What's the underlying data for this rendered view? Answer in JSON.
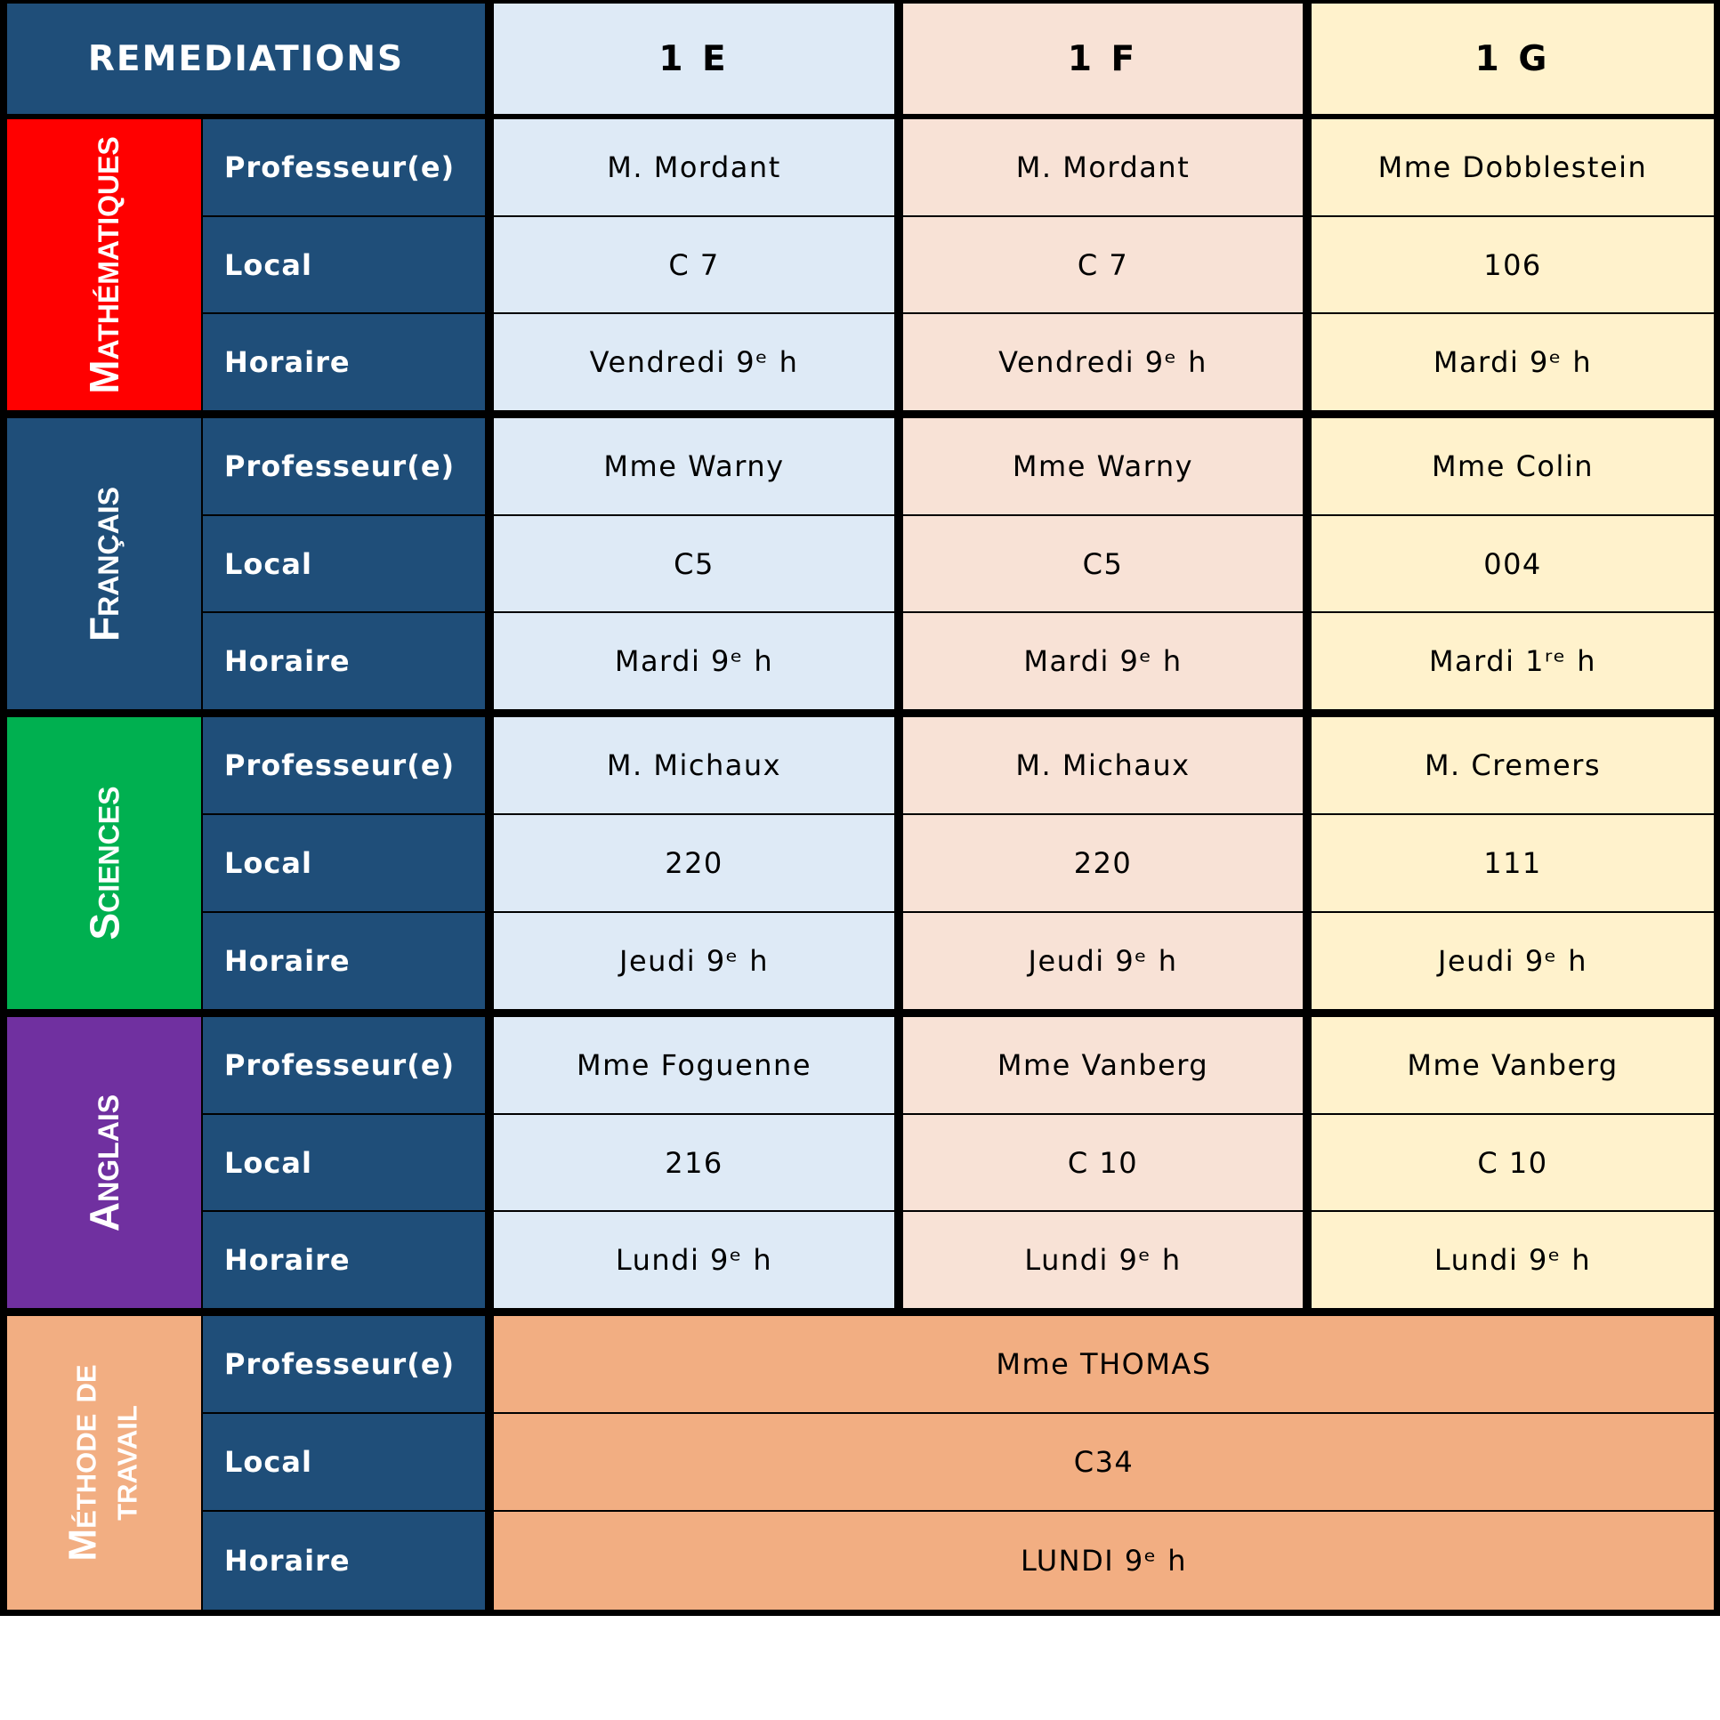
{
  "header": {
    "title": "REMEDIATIONS",
    "classes": [
      "1 E",
      "1 F",
      "1 G"
    ]
  },
  "colors": {
    "navy": "#1f4e79",
    "class_1e": "#deeaf6",
    "class_1f": "#f8e2d6",
    "class_1g": "#fff2cc",
    "methode": "#f2ae82"
  },
  "subjects": [
    {
      "name": "Mathématiques",
      "color": "#ff0000",
      "labels": [
        "Professeur(e)",
        "Local",
        "Horaire"
      ],
      "rows": [
        [
          "M. Mordant",
          "M. Mordant",
          "Mme Dobblestein"
        ],
        [
          "C 7",
          "C 7",
          "106"
        ],
        [
          "Vendredi 9ᵉ h",
          "Vendredi 9ᵉ h",
          "Mardi 9ᵉ h"
        ]
      ]
    },
    {
      "name": "Français",
      "color": "#1f4e79",
      "labels": [
        "Professeur(e)",
        "Local",
        "Horaire"
      ],
      "rows": [
        [
          "Mme Warny",
          "Mme Warny",
          "Mme Colin"
        ],
        [
          "C5",
          "C5",
          "004"
        ],
        [
          "Mardi 9ᵉ h",
          "Mardi 9ᵉ h",
          "Mardi 1ʳᵉ h"
        ]
      ]
    },
    {
      "name": "Sciences",
      "color": "#00b050",
      "labels": [
        "Professeur(e)",
        "Local",
        "Horaire"
      ],
      "rows": [
        [
          "M. Michaux",
          "M. Michaux",
          "M. Cremers"
        ],
        [
          "220",
          "220",
          "111"
        ],
        [
          "Jeudi 9ᵉ h",
          "Jeudi 9ᵉ h",
          "Jeudi 9ᵉ h"
        ]
      ]
    },
    {
      "name": "Anglais",
      "color": "#7030a0",
      "labels": [
        "Professeur(e)",
        "Local",
        "Horaire"
      ],
      "rows": [
        [
          "Mme Foguenne",
          "Mme Vanberg",
          "Mme Vanberg"
        ],
        [
          "216",
          "C 10",
          "C 10"
        ],
        [
          "Lundi 9ᵉ h",
          "Lundi 9ᵉ h",
          "Lundi 9ᵉ h"
        ]
      ]
    }
  ],
  "methode": {
    "name_line1": "Méthode de",
    "name_line2": "travail",
    "color": "#f2ae82",
    "labels": [
      "Professeur(e)",
      "Local",
      "Horaire"
    ],
    "values": [
      "Mme THOMAS",
      "C34",
      "LUNDI 9ᵉ h"
    ]
  }
}
